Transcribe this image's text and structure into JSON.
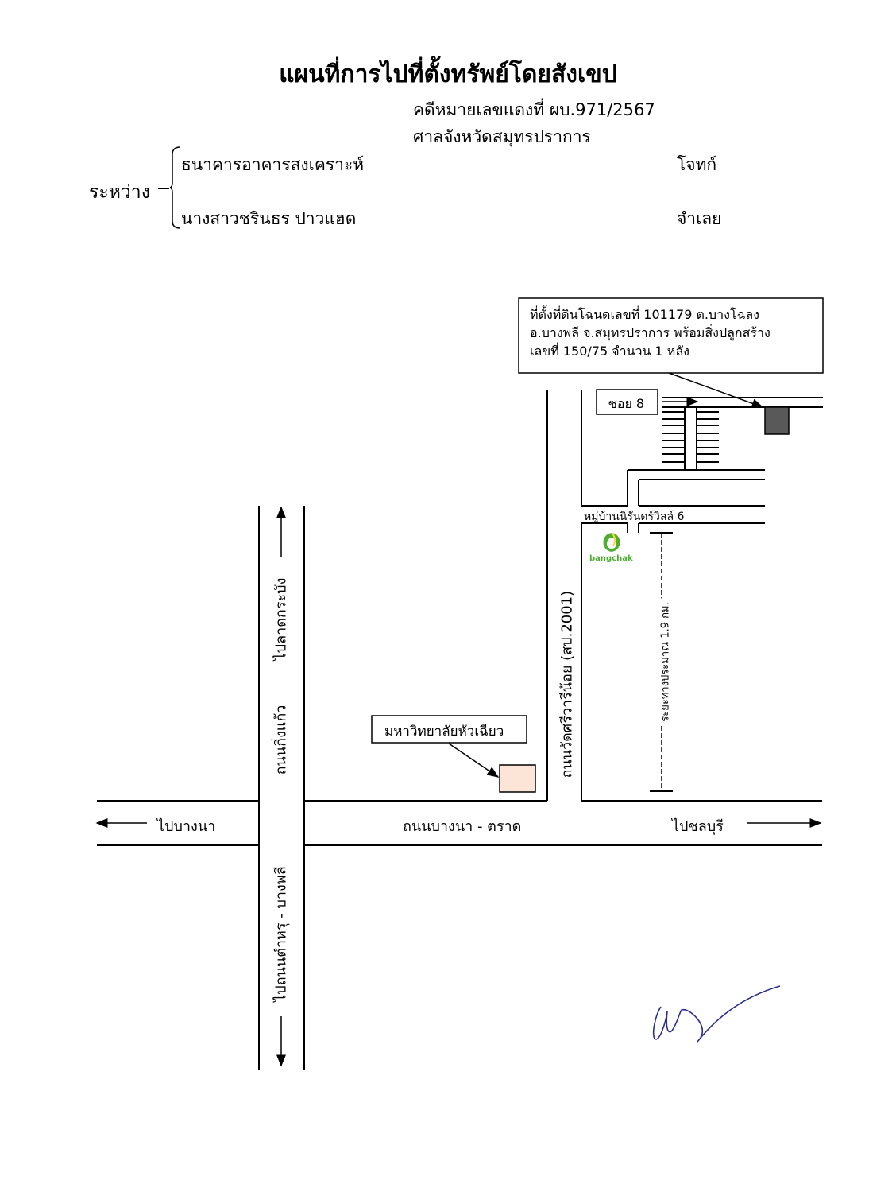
{
  "header": {
    "title": "แผนที่การไปที่ตั้งทรัพย์โดยสังเขป",
    "case_number": "คดีหมายเลขแดงที่ ผบ.971/2567",
    "court": "ศาลจังหวัดสมุทรปราการ",
    "between_label": "ระหว่าง",
    "plaintiff_name": "ธนาคารอาคารสงเคราะห์",
    "plaintiff_role": "โจทก์",
    "defendant_name": "นางสาวชรินธร ปาวแฮด",
    "defendant_role": "จำเลย"
  },
  "map": {
    "location_note": [
      "ที่ตั้งที่ดินโฉนดเลขที่ 101179 ต.บางโฉลง",
      "อ.บางพลี จ.สมุทรปราการ พร้อมสิ่งปลูกสร้าง",
      "เลขที่ 150/75 จำนวน 1 หลัง"
    ],
    "soi": "ซอย 8",
    "village": "หมู่บ้านนิรันดร์วิลล์ 6",
    "gas_station_brand": "bangchak",
    "distance": "ระยะทางประมาณ 1.9 กม.",
    "university": "มหาวิทยาลัยหัวเฉียว",
    "road_main": "ถนนบางนา - ตราด",
    "to_bangna": "ไปบางนา",
    "to_chonburi": "ไปชลบุรี",
    "road_kingkaew": "ถนนกิ่งแก้ว",
    "to_latkrabang": "ไปลาดกระบัง",
    "to_bangphli": "ไปถนนตำหรุ - บางพลี",
    "road_watsri": "ถนนวัดศรีวารีน้อย (สป.2001)",
    "colors": {
      "land": "#595959",
      "university": "#fce4d6",
      "bangchak_green": "#4caf32"
    }
  }
}
